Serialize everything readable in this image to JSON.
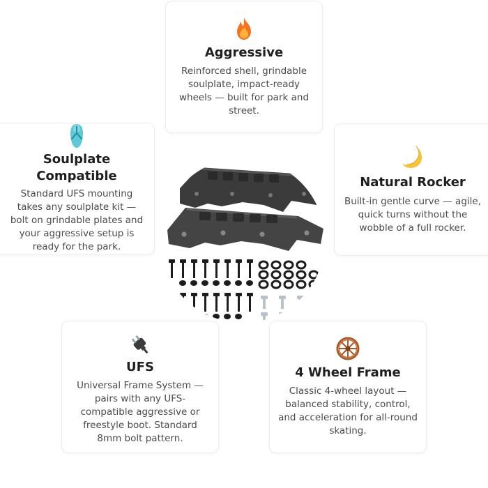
{
  "features": {
    "aggressive": {
      "icon": "fire-icon",
      "title": "Aggressive",
      "text": "Reinforced shell, grindable soulplate, impact-ready wheels — built for park and street."
    },
    "soulplate": {
      "icon": "flip-flop-icon",
      "title": "Soulplate Compatible",
      "text": "Standard UFS mounting takes any soulplate kit — bolt on grindable plates and your aggressive setup is ready for the park."
    },
    "rocker": {
      "icon": "crescent-moon-icon",
      "title": "Natural Rocker",
      "text": "Built-in gentle curve — agile, quick turns without the wobble of a full rocker."
    },
    "ufs": {
      "icon": "electric-plug-icon",
      "title": "UFS",
      "text": "Universal Frame System — pairs with any UFS-compatible aggressive or freestyle boot. Standard 8mm bolt pattern."
    },
    "frame": {
      "icon": "wheel-icon",
      "title": "4 Wheel Frame",
      "text": "Classic 4-wheel layout — balanced stability, control, and acceleration for all-round skating."
    }
  },
  "colors": {
    "card_border": "#ececec",
    "title": "#1f1f1f",
    "body_text": "#4a4a4a",
    "frame_plastic": "#3b3b3b",
    "hardware_black": "#1c1c1c",
    "hardware_steel": "#b8c2cc"
  }
}
